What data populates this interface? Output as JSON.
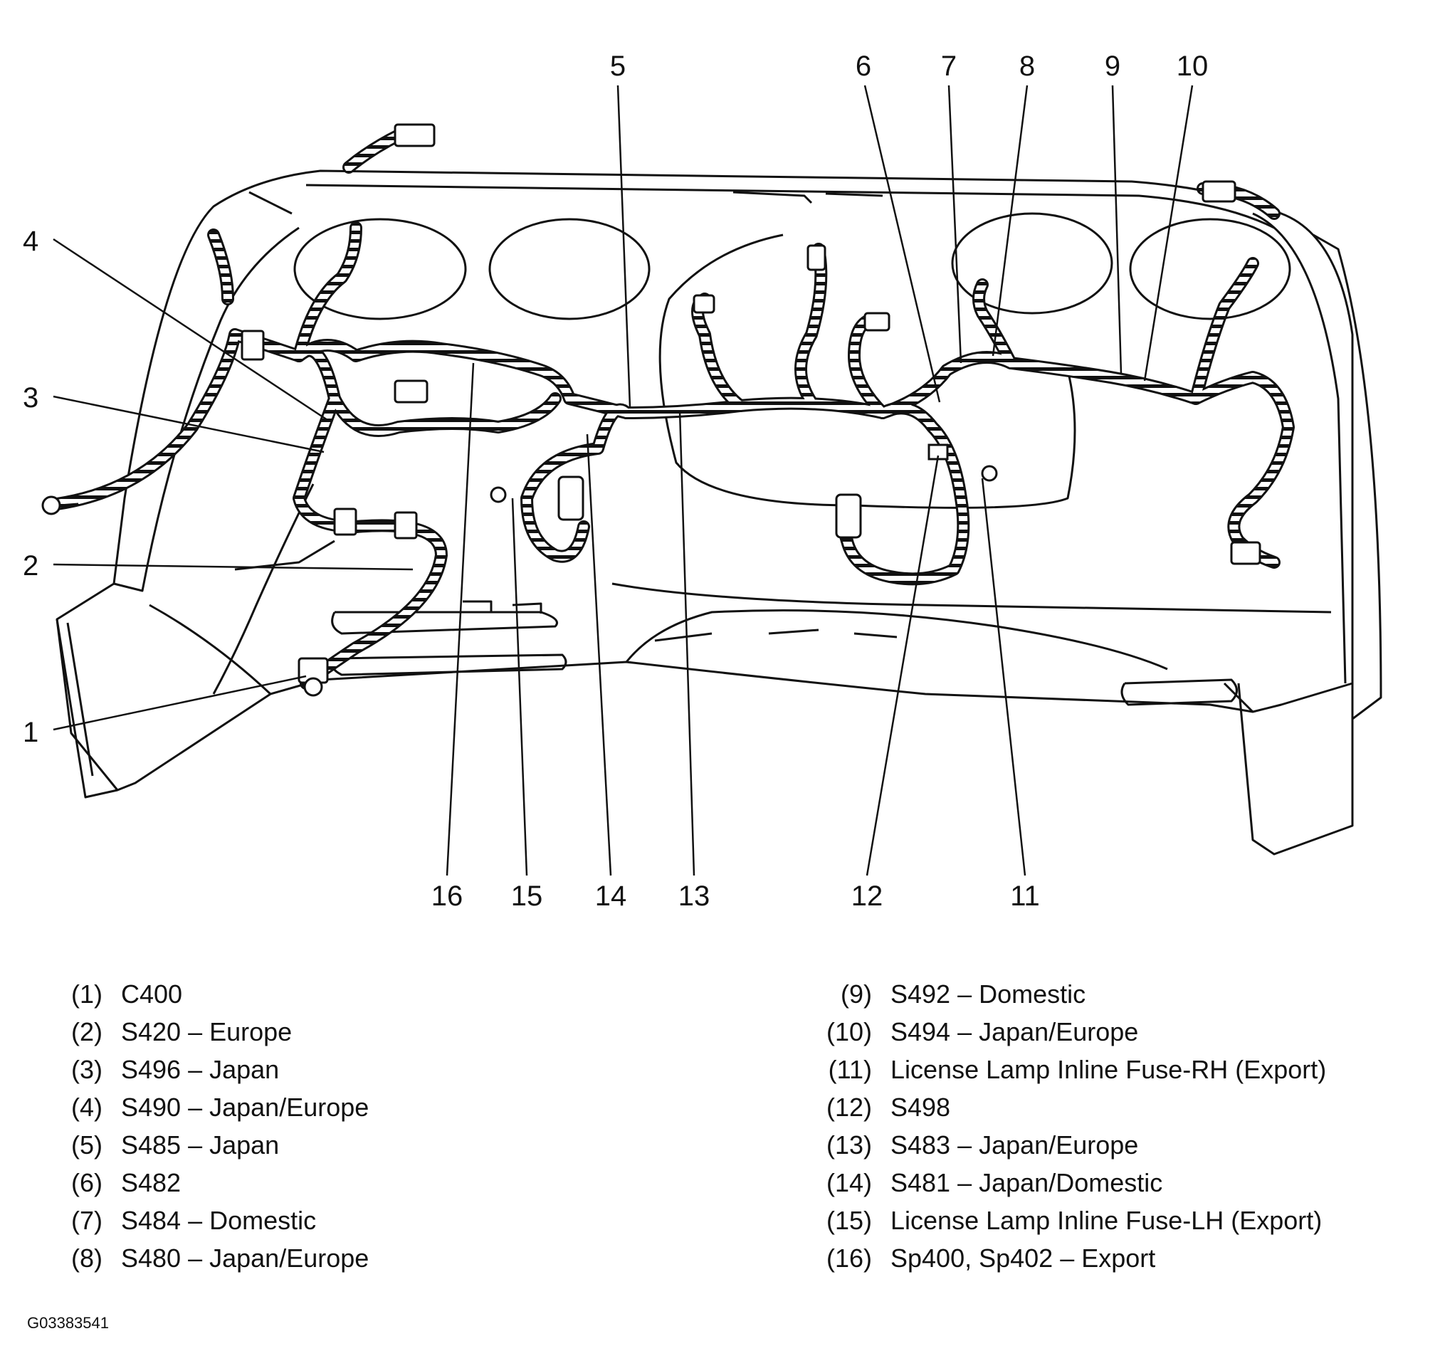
{
  "callouts": [
    {
      "id": "1",
      "label": "C400"
    },
    {
      "id": "2",
      "label": "S420 – Europe"
    },
    {
      "id": "3",
      "label": "S496 – Japan"
    },
    {
      "id": "4",
      "label": "S490 – Japan/Europe"
    },
    {
      "id": "5",
      "label": "S485 – Japan"
    },
    {
      "id": "6",
      "label": "S482"
    },
    {
      "id": "7",
      "label": "S484 – Domestic"
    },
    {
      "id": "8",
      "label": "S480 – Japan/Europe"
    },
    {
      "id": "9",
      "label": "S492 – Domestic"
    },
    {
      "id": "10",
      "label": "S494 – Japan/Europe"
    },
    {
      "id": "11",
      "label": "License Lamp Inline Fuse-RH (Export)"
    },
    {
      "id": "12",
      "label": "S498"
    },
    {
      "id": "13",
      "label": "S483 – Japan/Europe"
    },
    {
      "id": "14",
      "label": "S481 – Japan/Domestic"
    },
    {
      "id": "15",
      "label": "License Lamp Inline Fuse-LH (Export)"
    },
    {
      "id": "16",
      "label": "Sp400, Sp402 – Export"
    }
  ],
  "legend": {
    "left": [
      {
        "num": "(1)",
        "text": "C400"
      },
      {
        "num": "(2)",
        "text": "S420 – Europe"
      },
      {
        "num": "(3)",
        "text": "S496 – Japan"
      },
      {
        "num": "(4)",
        "text": "S490 – Japan/Europe"
      },
      {
        "num": "(5)",
        "text": "S485 – Japan"
      },
      {
        "num": "(6)",
        "text": "S482"
      },
      {
        "num": "(7)",
        "text": "S484 – Domestic"
      },
      {
        "num": "(8)",
        "text": "S480 – Japan/Europe"
      }
    ],
    "right": [
      {
        "num": "(9)",
        "text": "S492 – Domestic"
      },
      {
        "num": "(10)",
        "text": "S494 – Japan/Europe"
      },
      {
        "num": "(11)",
        "text": "License Lamp Inline Fuse-RH (Export)"
      },
      {
        "num": "(12)",
        "text": "S498"
      },
      {
        "num": "(13)",
        "text": "S483 – Japan/Europe"
      },
      {
        "num": "(14)",
        "text": "S481 – Japan/Domestic"
      },
      {
        "num": "(15)",
        "text": "License Lamp Inline Fuse-LH (Export)"
      },
      {
        "num": "(16)",
        "text": "Sp400, Sp402 – Export"
      }
    ]
  },
  "figure_id": "G03383541"
}
